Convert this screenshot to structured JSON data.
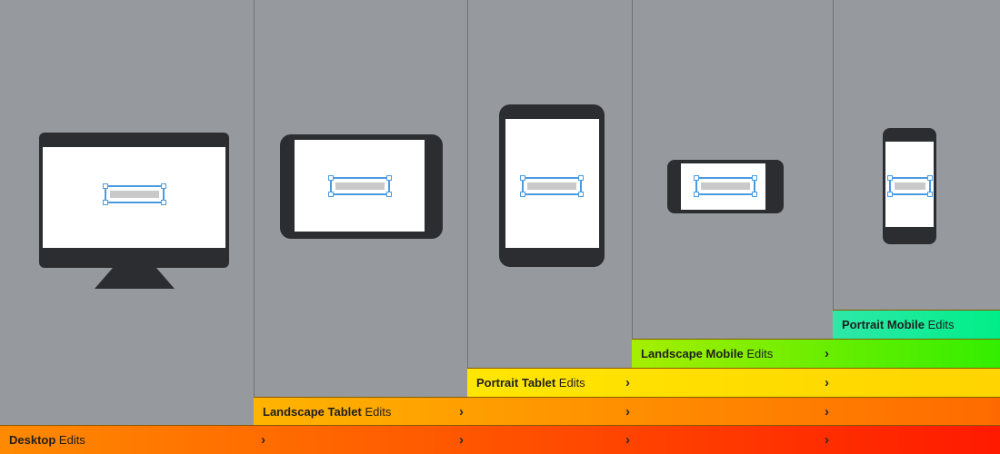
{
  "columns": [
    {
      "device": "desktop"
    },
    {
      "device": "landscape-tablet"
    },
    {
      "device": "portrait-tablet"
    },
    {
      "device": "landscape-mobile"
    },
    {
      "device": "portrait-mobile"
    }
  ],
  "bands": [
    {
      "id": "desktop",
      "bold": "Desktop",
      "suffix": " Edits",
      "gradient": [
        "#ff8800",
        "#ff1a00"
      ]
    },
    {
      "id": "landscape-tablet",
      "bold": "Landscape Tablet",
      "suffix": " Edits",
      "gradient": [
        "#ffb000",
        "#ff6a00"
      ]
    },
    {
      "id": "portrait-tablet",
      "bold": "Portrait Tablet",
      "suffix": " Edits",
      "gradient": [
        "#ffe000",
        "#ffd000"
      ]
    },
    {
      "id": "landscape-mobile",
      "bold": "Landscape Mobile",
      "suffix": " Edits",
      "gradient": [
        "#9ef000",
        "#33ee00"
      ]
    },
    {
      "id": "portrait-mobile",
      "bold": "Portrait Mobile",
      "suffix": " Edits",
      "gradient": [
        "#33eea0",
        "#00ee88"
      ]
    }
  ],
  "colors": {
    "background": "#969a9e",
    "device": "#2b2d31",
    "selection": "#4a9be0",
    "placeholder": "#c9c9c9"
  },
  "icons": {
    "chevron": "chevron-right-icon"
  }
}
